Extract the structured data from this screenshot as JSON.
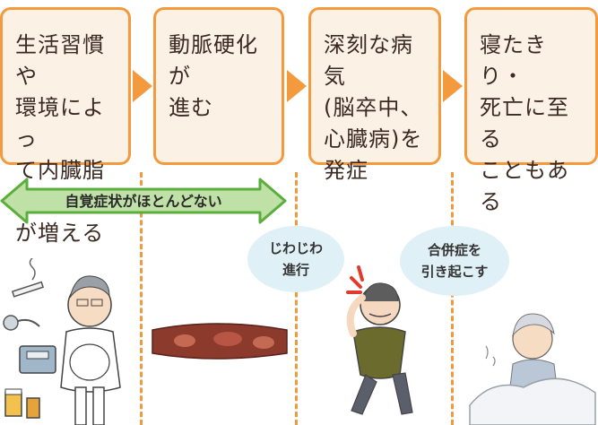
{
  "steps": [
    {
      "label": "生活習慣や\n環境によっ\nて内臓脂肪\nが増える"
    },
    {
      "label": "動脈硬化が\n進む"
    },
    {
      "label": "深刻な病気\n(脳卒中、\n心臓病)を\n発症"
    },
    {
      "label": "寝たきり・\n死亡に至る\nこともある"
    }
  ],
  "banner": {
    "label": "自覚症状がほとんどない"
  },
  "bubbles": {
    "progress": "じわじわ\n進行",
    "complication": "合併症を\n引き起こす"
  },
  "colors": {
    "step_fill": "#fbf1e4",
    "step_border": "#f39a3e",
    "banner_fill": "#bfe0a6",
    "banner_border": "#5cae3c",
    "bubble_fill": "#dff0f6",
    "dash": "#ee9a3f"
  }
}
